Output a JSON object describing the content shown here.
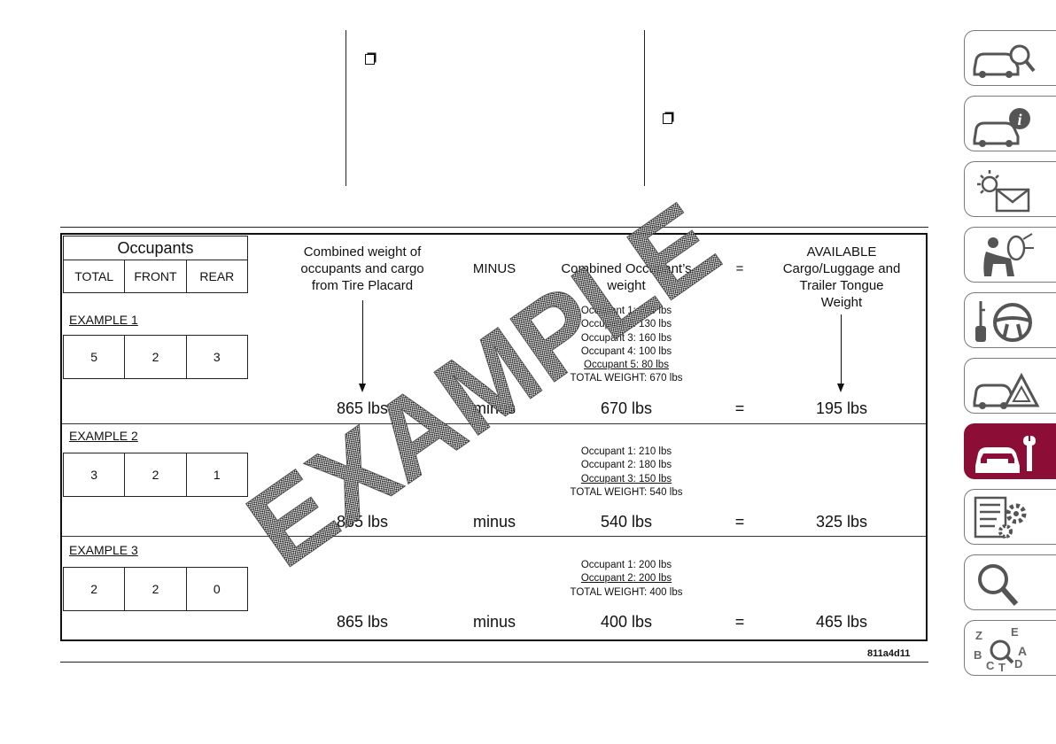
{
  "figure": {
    "id": "811a4d11",
    "watermark": "EXAMPLE",
    "occupants_table": {
      "title": "Occupants",
      "columns": [
        "TOTAL",
        "FRONT",
        "REAR"
      ]
    },
    "headers": {
      "combined_weight": [
        "Combined weight of",
        "occupants and cargo",
        "from Tire Placard"
      ],
      "minus": "MINUS",
      "occupant_weight": [
        "Combined Occupant’s",
        "weight"
      ],
      "equals": "=",
      "available": [
        "AVAILABLE",
        "Cargo/Luggage and",
        "Trailer Tongue",
        "Weight"
      ]
    },
    "examples": [
      {
        "label": "EXAMPLE 1",
        "occupants": [
          "5",
          "2",
          "3"
        ],
        "occupant_lines": [
          "Occupant 1: 200 lbs",
          "Occupant 2: 130 lbs",
          "Occupant 3: 160 lbs",
          "Occupant 4: 100 lbs",
          "Occupant 5: 80 lbs"
        ],
        "total_line": "TOTAL WEIGHT: 670 lbs",
        "combined": "865 lbs",
        "minus": "minus",
        "occupant_total": "670 lbs",
        "equals": "=",
        "available": "195 lbs"
      },
      {
        "label": "EXAMPLE 2",
        "occupants": [
          "3",
          "2",
          "1"
        ],
        "occupant_lines": [
          "Occupant 1: 210 lbs",
          "Occupant 2: 180 lbs",
          "Occupant 3: 150 lbs"
        ],
        "total_line": "TOTAL WEIGHT: 540 lbs",
        "combined": "865 lbs",
        "minus": "minus",
        "occupant_total": "540 lbs",
        "equals": "=",
        "available": "325 lbs"
      },
      {
        "label": "EXAMPLE 3",
        "occupants": [
          "2",
          "2",
          "0"
        ],
        "occupant_lines": [
          "Occupant 1: 200 lbs",
          "Occupant 2: 200 lbs"
        ],
        "total_line": "TOTAL WEIGHT: 400 lbs",
        "combined": "865 lbs",
        "minus": "minus",
        "occupant_total": "400 lbs",
        "equals": "=",
        "available": "465 lbs"
      }
    ]
  },
  "side_tabs": [
    {
      "icon": "car-magnifier-icon",
      "active": false
    },
    {
      "icon": "car-info-icon",
      "active": false
    },
    {
      "icon": "warning-light-message-icon",
      "active": false
    },
    {
      "icon": "airbag-passenger-icon",
      "active": false
    },
    {
      "icon": "key-steering-wheel-icon",
      "active": false
    },
    {
      "icon": "car-breakdown-warning-icon",
      "active": false
    },
    {
      "icon": "car-wrench-icon",
      "active": true
    },
    {
      "icon": "specifications-gears-icon",
      "active": false
    },
    {
      "icon": "search-icon",
      "active": false
    },
    {
      "icon": "alphabetical-index-icon",
      "active": false,
      "letters": [
        "Z",
        "E",
        "B",
        "A",
        "C",
        "T",
        "D"
      ]
    }
  ],
  "colors": {
    "accent": "#8c0d35",
    "text": "#111111",
    "tab_border": "#7a7a7a"
  }
}
